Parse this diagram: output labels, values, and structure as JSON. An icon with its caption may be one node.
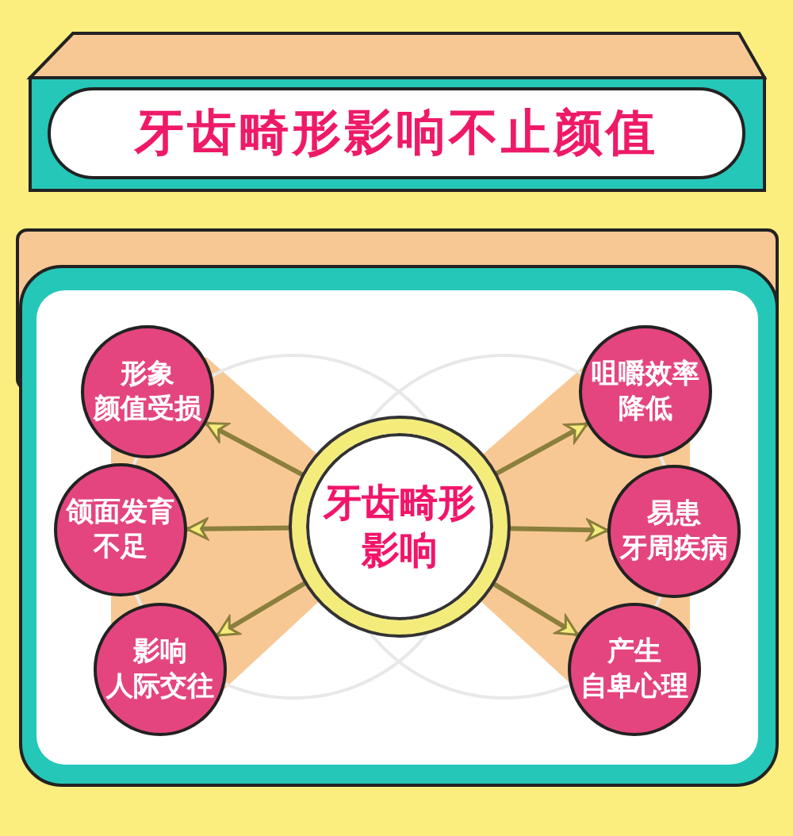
{
  "diagram": {
    "title": "牙齿畸形影响不止颜值",
    "nodes": [
      {
        "text": [
          "形象颜值受损"
        ]
      },
      {
        "text": [
          "咀嚼效率降低"
        ]
      },
      {
        "text": [
          "颌面发育不足"
        ]
      },
      {
        "text": [
          "牙齿畸形影响"
        ]
      },
      {
        "text": [
          "易患牙周疾病"
        ]
      },
      {
        "text": [
          "影响人际交往"
        ]
      },
      {
        "text": [
          "产生自卑心理"
        ]
      }
    ],
    "edges": [
      {
        "from": 3,
        "to": 0,
        "arrow": "to"
      },
      {
        "from": 3,
        "to": 2,
        "arrow": "to"
      },
      {
        "from": 3,
        "to": 5,
        "arrow": "to"
      },
      {
        "from": 3,
        "to": 1,
        "arrow": "to"
      },
      {
        "from": 3,
        "to": 4,
        "arrow": "to"
      },
      {
        "from": 3,
        "to": 6,
        "arrow": "to"
      }
    ]
  }
}
